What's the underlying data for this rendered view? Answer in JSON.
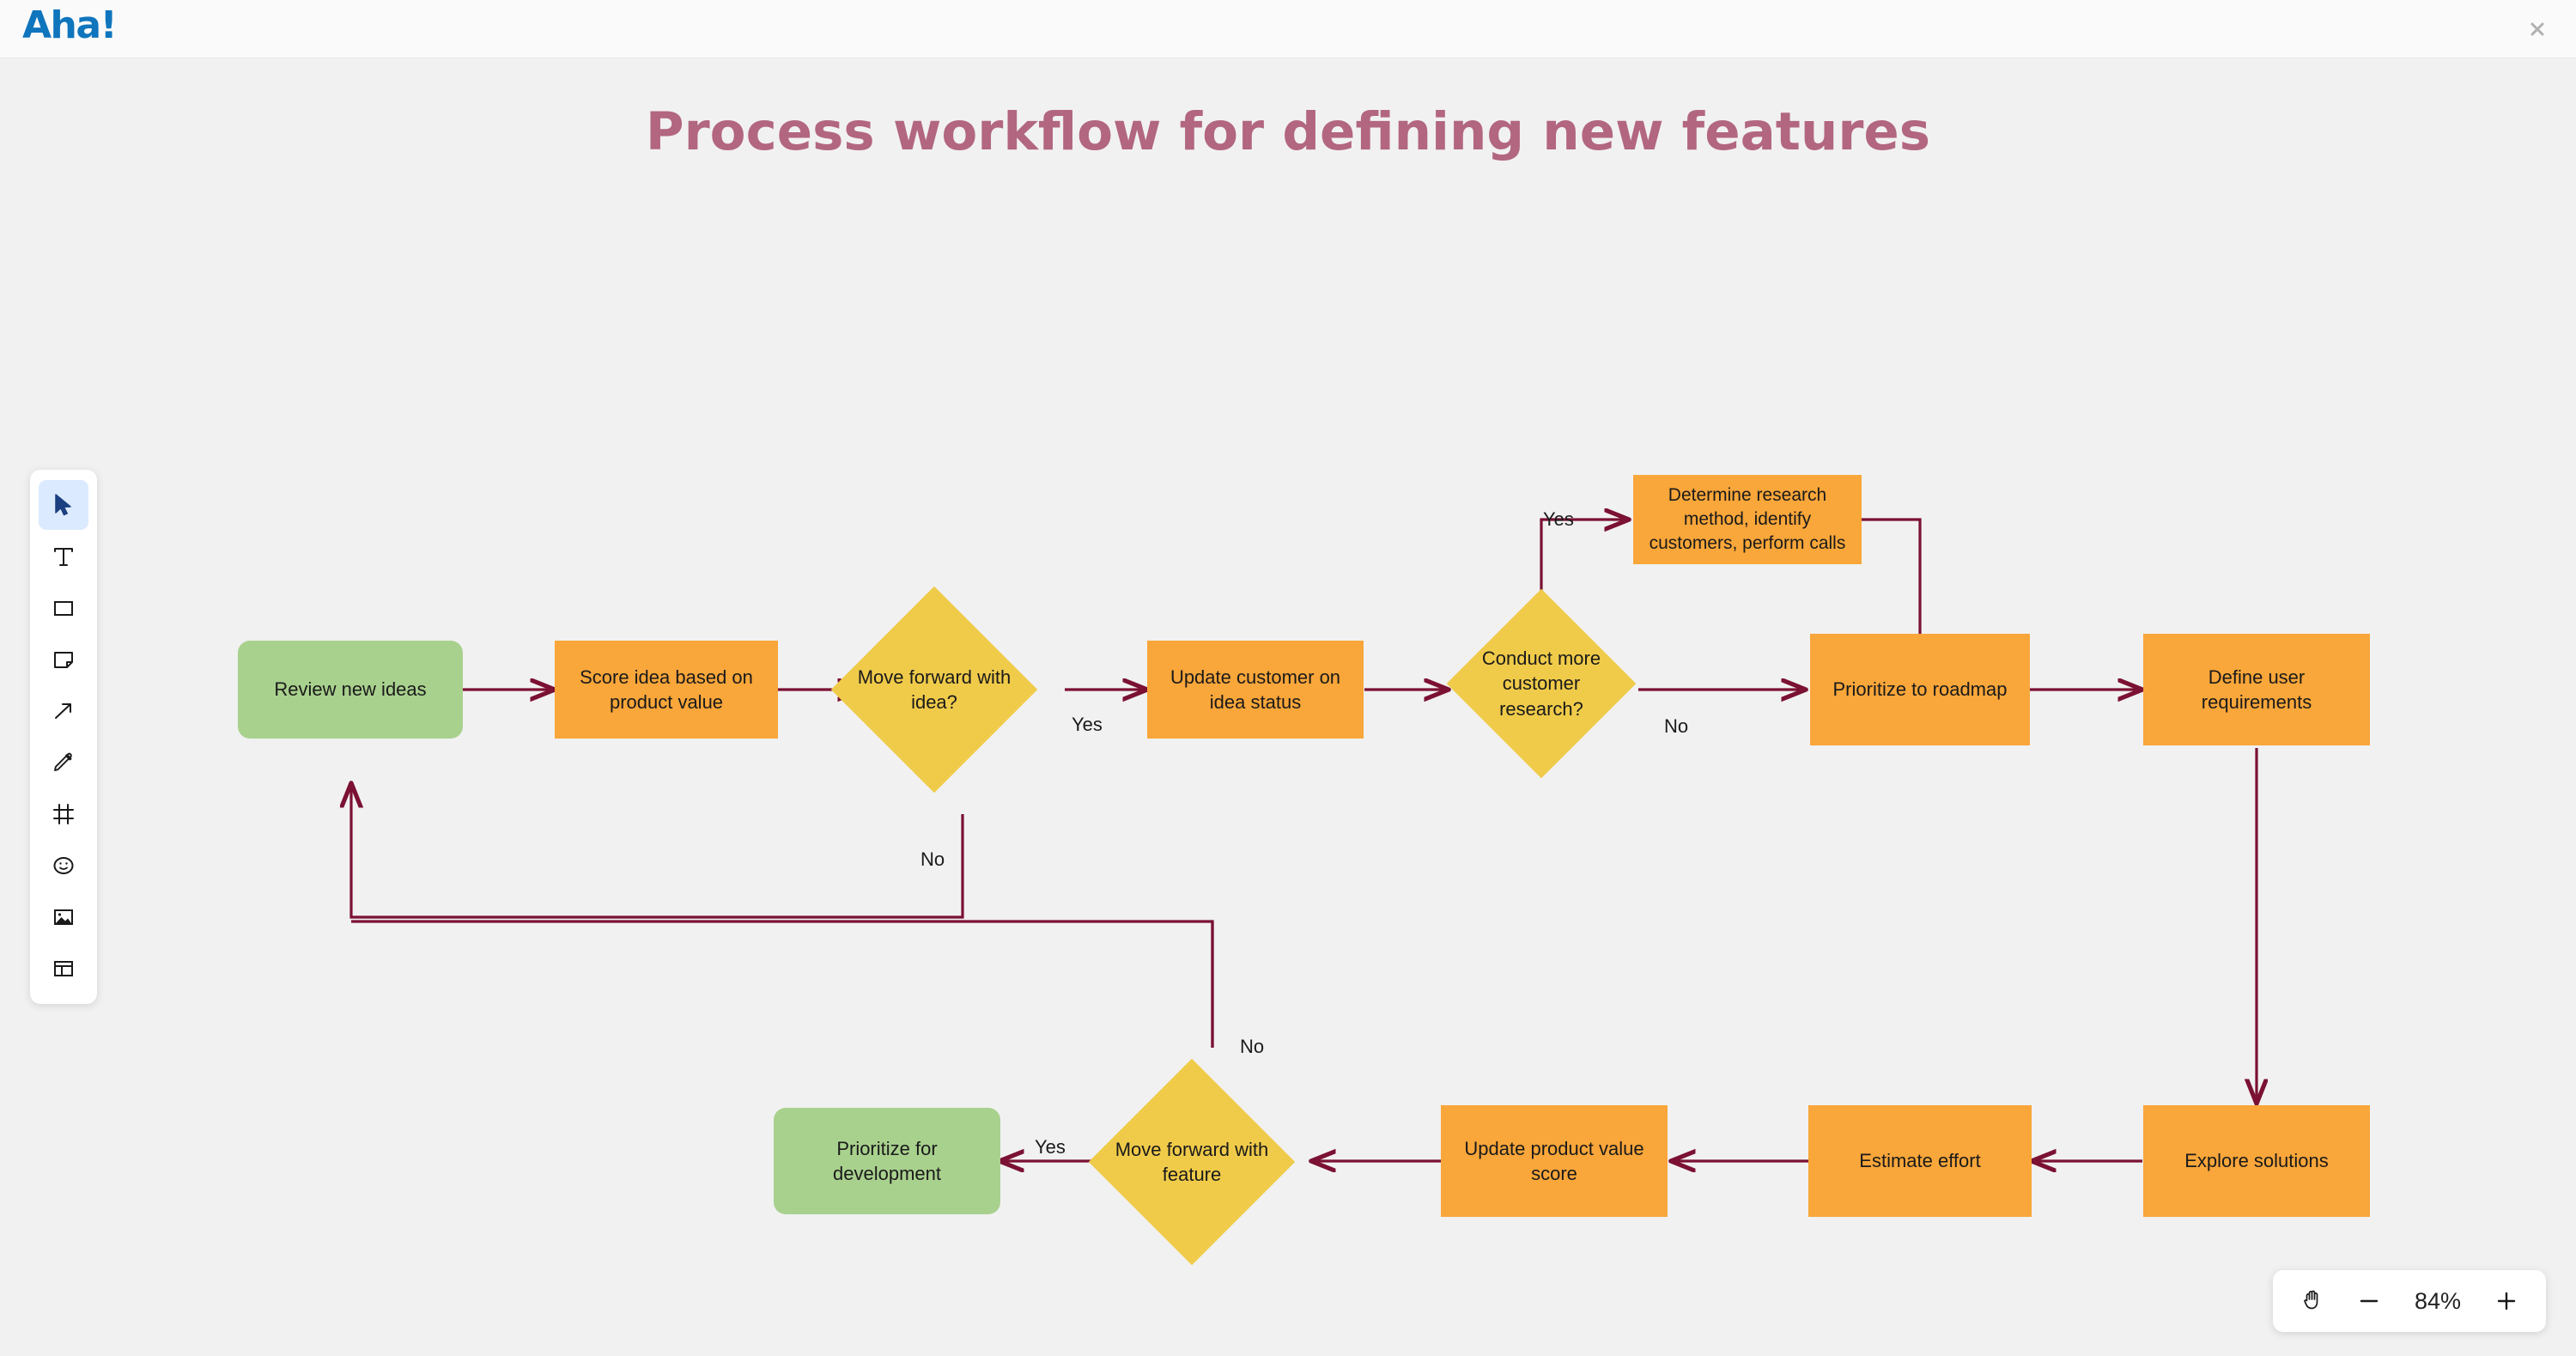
{
  "app": {
    "logo_text": "Aha!",
    "brand_color": "#0f75bd",
    "close_label": "×"
  },
  "toolbar": {
    "tools": [
      {
        "name": "select-tool",
        "icon": "cursor-icon",
        "active": true
      },
      {
        "name": "text-tool",
        "icon": "text-icon",
        "active": false
      },
      {
        "name": "shape-tool",
        "icon": "rectangle-icon",
        "active": false
      },
      {
        "name": "note-tool",
        "icon": "sticky-note-icon",
        "active": false
      },
      {
        "name": "arrow-tool",
        "icon": "arrow-icon",
        "active": false
      },
      {
        "name": "draw-tool",
        "icon": "pencil-icon",
        "active": false
      },
      {
        "name": "frame-tool",
        "icon": "frame-icon",
        "active": false
      },
      {
        "name": "emoji-tool",
        "icon": "smiley-icon",
        "active": false
      },
      {
        "name": "image-tool",
        "icon": "image-icon",
        "active": false
      },
      {
        "name": "template-tool",
        "icon": "layout-icon",
        "active": false
      }
    ]
  },
  "zoom_controls": {
    "pan_icon": "hand-icon",
    "zoom_out_label": "−",
    "zoom_level": "84%",
    "zoom_in_label": "+"
  },
  "board": {
    "title": "Process workflow for defining new features",
    "title_color": "#b2667f",
    "connector_color": "#7b1133",
    "colors": {
      "process": "#f9a63a",
      "terminal": "#a9d18e",
      "decision": "#f0cb4a"
    },
    "nodes": [
      {
        "id": "review-new-ideas",
        "label": "Review new ideas",
        "shape": "rounded-rect",
        "color": "#a9d18e"
      },
      {
        "id": "score-idea",
        "label": "Score idea based on product value",
        "shape": "rect",
        "color": "#f9a63a"
      },
      {
        "id": "move-forward-idea",
        "label": "Move forward with idea?",
        "shape": "diamond",
        "color": "#f0cb4a"
      },
      {
        "id": "update-customer",
        "label": "Update customer on idea status",
        "shape": "rect",
        "color": "#f9a63a"
      },
      {
        "id": "conduct-research",
        "label": "Conduct more customer research?",
        "shape": "diamond",
        "color": "#f0cb4a"
      },
      {
        "id": "determine-research",
        "label": "Determine research method, identify customers, perform calls",
        "shape": "rect",
        "color": "#f9a63a"
      },
      {
        "id": "prioritize-roadmap",
        "label": "Prioritize to roadmap",
        "shape": "rect",
        "color": "#f9a63a"
      },
      {
        "id": "define-requirements",
        "label": "Define user requirements",
        "shape": "rect",
        "color": "#f9a63a"
      },
      {
        "id": "explore-solutions",
        "label": "Explore solutions",
        "shape": "rect",
        "color": "#f9a63a"
      },
      {
        "id": "estimate-effort",
        "label": "Estimate effort",
        "shape": "rect",
        "color": "#f9a63a"
      },
      {
        "id": "update-value-score",
        "label": "Update product value score",
        "shape": "rect",
        "color": "#f9a63a"
      },
      {
        "id": "move-forward-feature",
        "label": "Move forward with feature",
        "shape": "diamond",
        "color": "#f0cb4a"
      },
      {
        "id": "prioritize-dev",
        "label": "Prioritize for development",
        "shape": "rounded-rect",
        "color": "#a9d18e"
      }
    ],
    "edge_labels": [
      {
        "id": "yes-idea",
        "text": "Yes"
      },
      {
        "id": "no-idea",
        "text": "No"
      },
      {
        "id": "yes-research",
        "text": "Yes"
      },
      {
        "id": "no-research",
        "text": "No"
      },
      {
        "id": "no-feature",
        "text": "No"
      },
      {
        "id": "yes-feature",
        "text": "Yes"
      }
    ]
  }
}
